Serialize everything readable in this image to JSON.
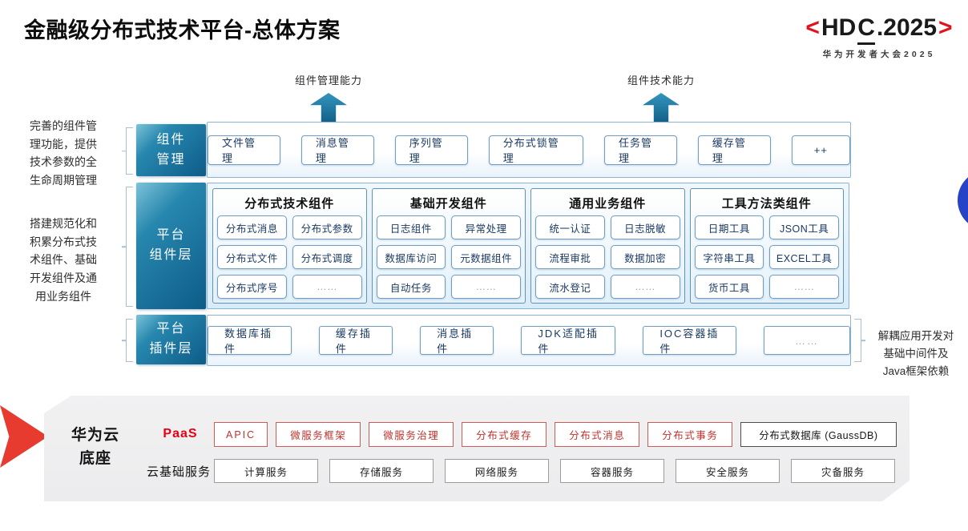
{
  "page": {
    "title": "金融级分布式技术平台-总体方案"
  },
  "logo": {
    "left_bracket": "<",
    "part1": "HD",
    "part2": "C",
    "part3": ".2025",
    "right_bracket": ">",
    "subtitle": "华为开发者大会2025"
  },
  "arrows": {
    "left_label": "组件管理能力",
    "right_label": "组件技术能力"
  },
  "annotations": {
    "left_top": "完善的组件管\n理功能，提供\n技术参数的全\n生命周期管理",
    "left_bottom": "搭建规范化和\n积累分布式技\n术组件、基础\n开发组件及通\n用业务组件",
    "right": "解耦应用开发对\n基础中间件及\nJava框架依赖"
  },
  "rows": {
    "management": {
      "label": "组件\n管理",
      "items": [
        "文件管理",
        "消息管理",
        "序列管理",
        "分布式锁管理",
        "任务管理",
        "缓存管理",
        "++"
      ]
    },
    "components": {
      "label": "平台\n组件层",
      "columns": [
        {
          "title": "分布式技术组件",
          "items": [
            "分布式消息",
            "分布式参数",
            "分布式文件",
            "分布式调度",
            "分布式序号",
            "……"
          ]
        },
        {
          "title": "基础开发组件",
          "items": [
            "日志组件",
            "异常处理",
            "数据库访问",
            "元数据组件",
            "自动任务",
            "……"
          ]
        },
        {
          "title": "通用业务组件",
          "items": [
            "统一认证",
            "日志脱敏",
            "流程审批",
            "数据加密",
            "流水登记",
            "……"
          ]
        },
        {
          "title": "工具方法类组件",
          "items": [
            "日期工具",
            "JSON工具",
            "字符串工具",
            "EXCEL工具",
            "货币工具",
            "……"
          ]
        }
      ]
    },
    "plugins": {
      "label": "平台\n插件层",
      "items": [
        "数据库插件",
        "缓存插件",
        "消息插件",
        "JDK适配插件",
        "IOC容器插件",
        "……"
      ]
    }
  },
  "foundation": {
    "label": "华为云\n底座",
    "paas": {
      "label": "PaaS",
      "items": [
        "APIC",
        "微服务框架",
        "微服务治理",
        "分布式缓存",
        "分布式消息",
        "分布式事务"
      ],
      "db_item": "分布式数据库 (GaussDB)"
    },
    "cloud": {
      "label": "云基础服务",
      "items": [
        "计算服务",
        "存储服务",
        "网络服务",
        "容器服务",
        "安全服务",
        "灾备服务"
      ]
    }
  },
  "colors": {
    "layer_teal_dark": "#0d5c88",
    "layer_teal_light": "#7cc3d8",
    "box_border_blue": "#6f9dc6",
    "box_text_navy": "#1a3a63",
    "hdc_red": "#e1131d",
    "paas_red": "#e60012",
    "arrow_red": "#e73b30",
    "blue_circle": "#2543c6",
    "panel_gray": "#f0f0f1"
  }
}
